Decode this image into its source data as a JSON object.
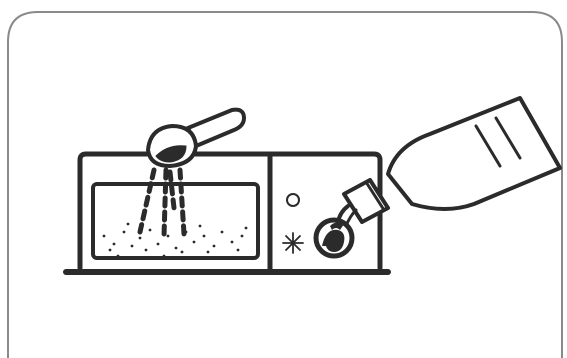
{
  "illustration": {
    "subject": "dishwasher-detergent-dispenser-fill",
    "colors": {
      "line": "#2b2b2b",
      "panel_border": "#8a8a8a",
      "background": "#ffffff"
    },
    "icons": {
      "left_compartment": "detergent-powder-compartment",
      "right_compartment": "rinse-aid-dispenser",
      "scoop": "powder-scoop-icon",
      "bottle": "liquid-bottle-icon",
      "indicator_circle": "indicator-circle-icon",
      "indicator_sun": "sun-indicator-icon"
    }
  }
}
